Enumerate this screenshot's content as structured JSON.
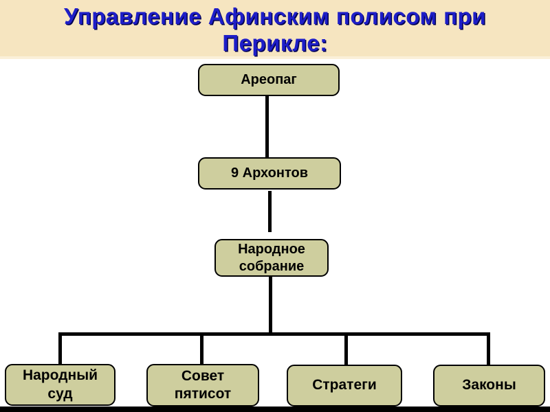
{
  "slide": {
    "title": "Управление Афинским полисом при Перикле:",
    "title_lines": [
      "Управление Афинским полисом при",
      "Перикле:"
    ]
  },
  "colors": {
    "band-bg": "#f6e5c0",
    "band-edge": "#fbf0d8",
    "title-blue": "#1e1ec8",
    "node-fill": "#cece9e",
    "line-color": "#000000",
    "footer-color": "#000000"
  },
  "diagram": {
    "nodes": {
      "areopag": "Ареопаг",
      "arkhonty": "9 Архонтов",
      "sobranie": "Народное собрание"
    },
    "children": [
      {
        "label": "Народный суд"
      },
      {
        "label": "Совет пятисот"
      },
      {
        "label": "Стратеги"
      },
      {
        "label": "Законы"
      }
    ]
  }
}
